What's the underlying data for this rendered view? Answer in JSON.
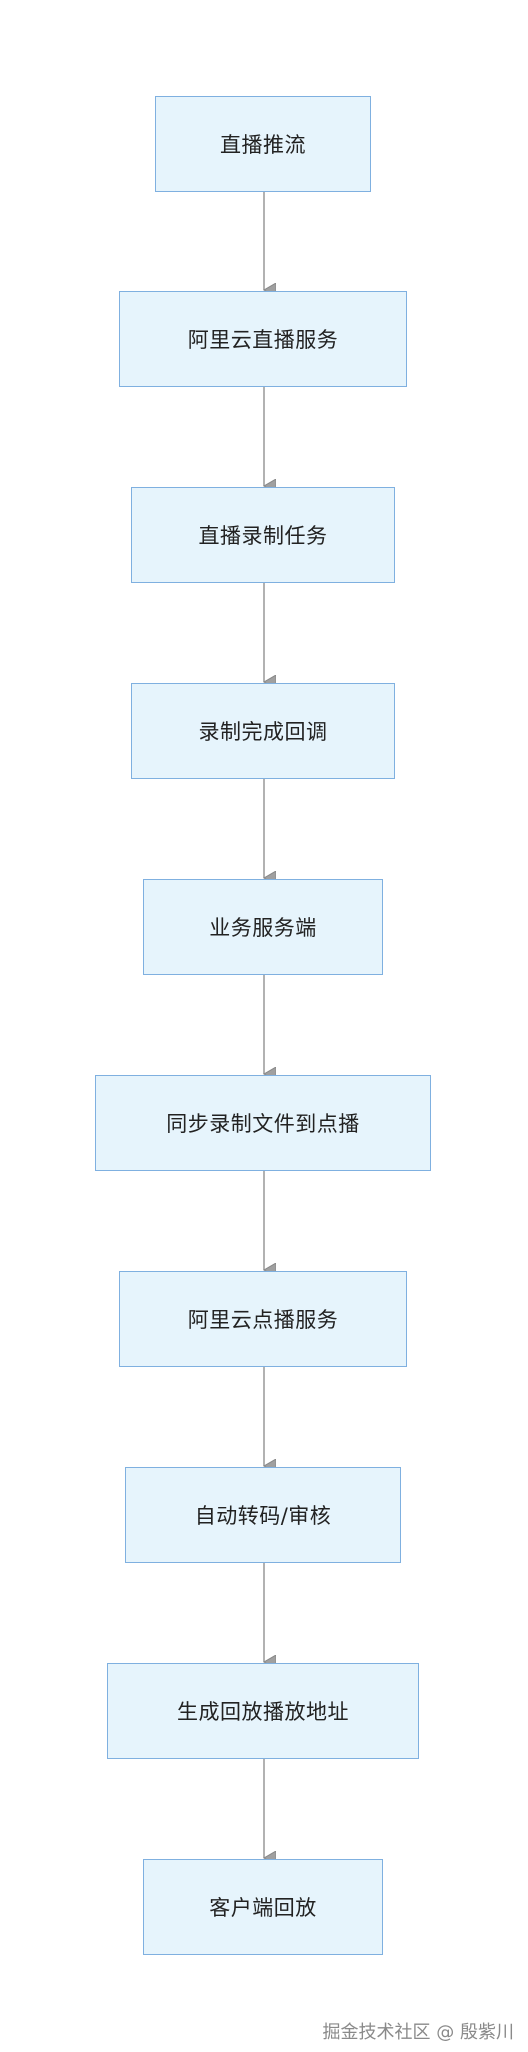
{
  "diagram": {
    "nodes": [
      {
        "id": "n1",
        "label": "直播推流"
      },
      {
        "id": "n2",
        "label": "阿里云直播服务"
      },
      {
        "id": "n3",
        "label": "直播录制任务"
      },
      {
        "id": "n4",
        "label": "录制完成回调"
      },
      {
        "id": "n5",
        "label": "业务服务端"
      },
      {
        "id": "n6",
        "label": "同步录制文件到点播"
      },
      {
        "id": "n7",
        "label": "阿里云点播服务"
      },
      {
        "id": "n8",
        "label": "自动转码/审核"
      },
      {
        "id": "n9",
        "label": "生成回放播放地址"
      },
      {
        "id": "n10",
        "label": "客户端回放"
      }
    ],
    "edges": [
      {
        "from": "n1",
        "to": "n2"
      },
      {
        "from": "n2",
        "to": "n3"
      },
      {
        "from": "n3",
        "to": "n4"
      },
      {
        "from": "n4",
        "to": "n5"
      },
      {
        "from": "n5",
        "to": "n6"
      },
      {
        "from": "n6",
        "to": "n7"
      },
      {
        "from": "n7",
        "to": "n8"
      },
      {
        "from": "n8",
        "to": "n9"
      },
      {
        "from": "n9",
        "to": "n10"
      }
    ],
    "colors": {
      "node_fill": "#e6f4fc",
      "node_border": "#7fb0e0",
      "edge": "#999999",
      "text": "#222222"
    }
  },
  "watermark": "掘金技术社区 @ 殷紫川"
}
